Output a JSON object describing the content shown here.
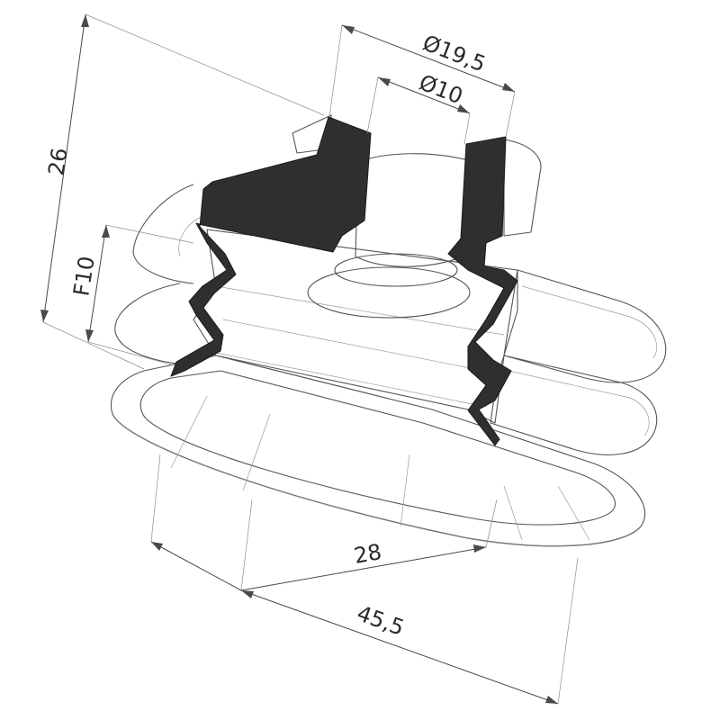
{
  "drawing": {
    "dimensions": {
      "outer_diameter": "Ø19,5",
      "inner_diameter": "Ø10",
      "height": "26",
      "fold_height": "F10",
      "width": "28",
      "length": "45,5"
    },
    "colors": {
      "section_fill": "#2f2f2f",
      "surface_light": "#f4f4f4",
      "surface_mid": "#d6d6d6",
      "surface_dark": "#b8b8b8",
      "dimension_line": "#4a4a4a"
    }
  }
}
